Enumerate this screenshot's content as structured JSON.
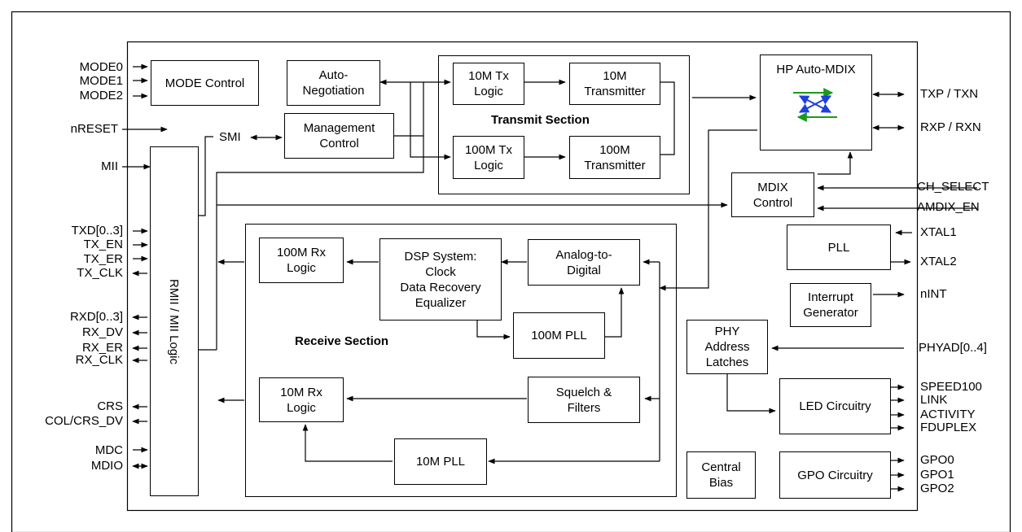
{
  "blocks": {
    "mode_control": "MODE Control",
    "auto_negotiation": "Auto-\nNegotiation",
    "management_control": "Management\nControl",
    "tx10_logic": "10M Tx\nLogic",
    "tx10_transmitter": "10M\nTransmitter",
    "tx100_logic": "100M Tx\nLogic",
    "tx100_transmitter": "100M\nTransmitter",
    "transmit_section": "Transmit  Section",
    "hp_auto_mdix": "HP Auto-MDIX",
    "mdix_control": "MDIX\nControl",
    "pll": "PLL",
    "interrupt_generator": "Interrupt\nGenerator",
    "phy_address_latches": "PHY\nAddress\nLatches",
    "led_circuitry": "LED Circuitry",
    "central_bias": "Central\nBias",
    "gpo_circuitry": "GPO Circuitry",
    "rmii_logic": "RMII / MII Logic",
    "smi": "SMI",
    "receive_section": "Receive  Section",
    "rx100_logic": "100M Rx\nLogic",
    "dsp_system": "DSP System:\nClock\nData Recovery\nEqualizer",
    "analog_to_digital": "Analog-to-\nDigital",
    "pll_100m": "100M PLL",
    "rx10_logic": "10M Rx\nLogic",
    "squelch_filters": "Squelch &\nFilters",
    "pll_10m": "10M PLL"
  },
  "signals": {
    "mode0": "MODE0",
    "mode1": "MODE1",
    "mode2": "MODE2",
    "nreset": "nRESET",
    "mii": "MII",
    "txd": "TXD[0..3]",
    "tx_en": "TX_EN",
    "tx_er": "TX_ER",
    "tx_clk": "TX_CLK",
    "rxd": "RXD[0..3]",
    "rx_dv": "RX_DV",
    "rx_er": "RX_ER",
    "rx_clk": "RX_CLK",
    "crs": "CRS",
    "col_crs_dv": "COL/CRS_DV",
    "mdc": "MDC",
    "mdio": "MDIO",
    "txp_txn": "TXP / TXN",
    "rxp_rxn": "RXP / RXN",
    "ch_select": "CH_SELECT",
    "amdix_en": "AMDIX_EN",
    "xtal1": "XTAL1",
    "xtal2": "XTAL2",
    "nint": "nINT",
    "phyad": "PHYAD[0..4]",
    "speed100": "SPEED100",
    "link": "LINK",
    "activity": "ACTIVITY",
    "fduplex": "FDUPLEX",
    "gpo0": "GPO0",
    "gpo1": "GPO1",
    "gpo2": "GPO2"
  },
  "colors": {
    "mdix_green": "#1a9a1a",
    "mdix_blue": "#1f3fe0"
  }
}
